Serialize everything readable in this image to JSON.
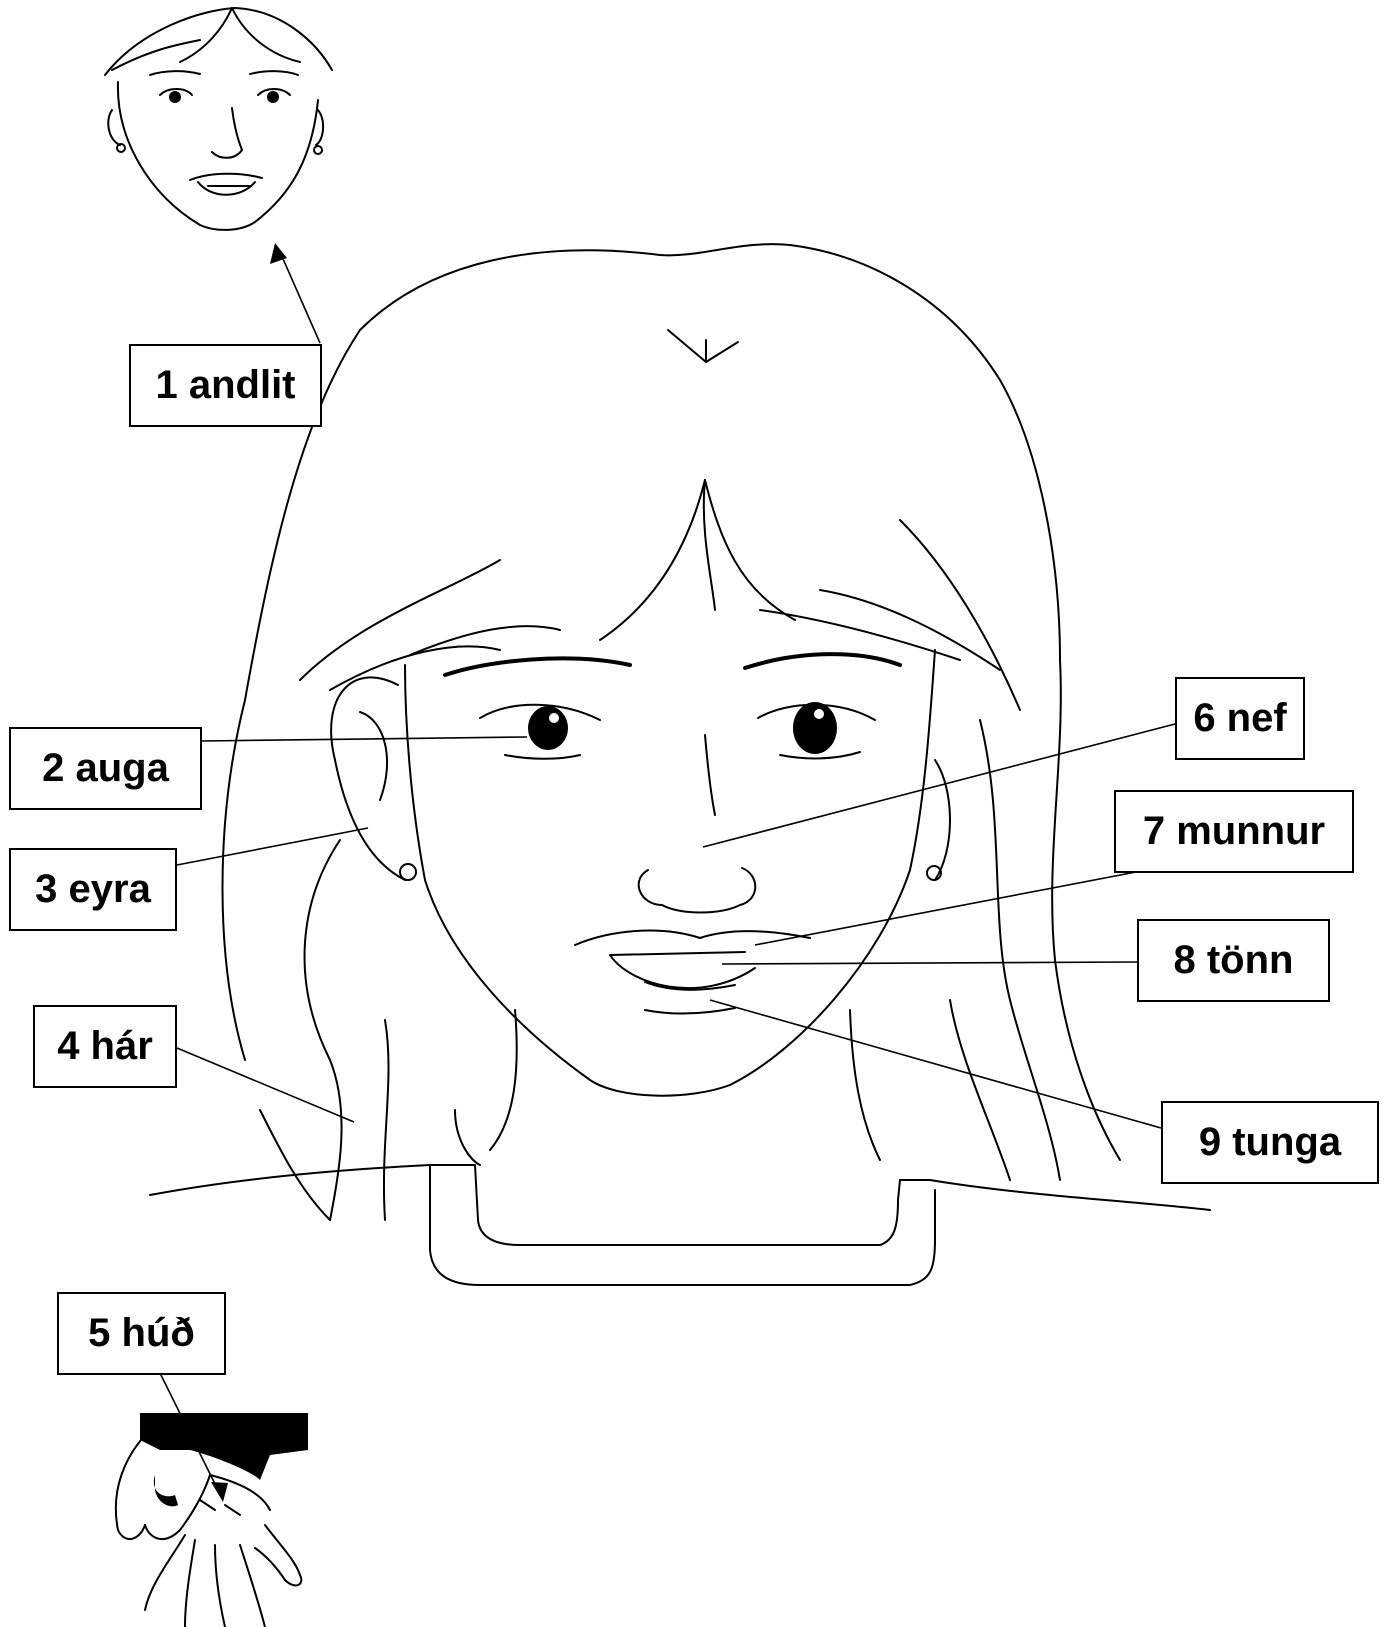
{
  "labels": {
    "face": "1 andlit",
    "eye": "2 auga",
    "ear": "3 eyra",
    "hair": "4 hár",
    "skin": "5 húð",
    "nose": "6 nef",
    "mouth": "7 munnur",
    "tooth": "8 tönn",
    "tongue": "9 tunga"
  }
}
